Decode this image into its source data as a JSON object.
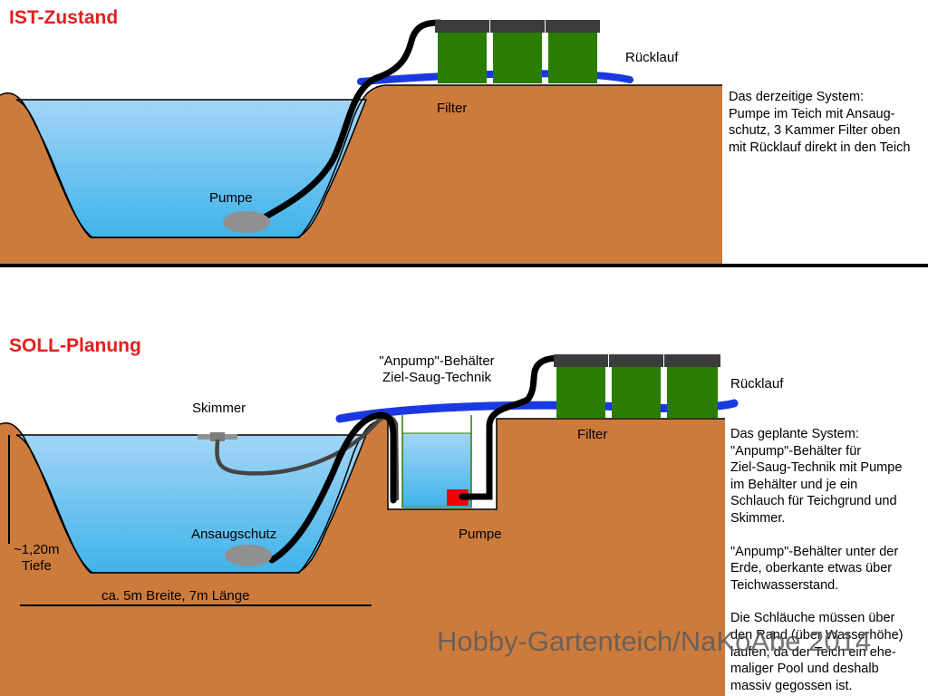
{
  "top": {
    "heading": "IST-Zustand",
    "labels": {
      "filter": "Filter",
      "ruecklauf": "Rücklauf",
      "pumpe": "Pumpe"
    },
    "description": [
      "Das derzeitige System:",
      "Pumpe im Teich mit Ansaug-",
      "schutz, 3 Kammer Filter oben",
      "mit Rücklauf direkt in den Teich"
    ]
  },
  "bottom": {
    "heading": "SOLL-Planung",
    "labels": {
      "behaelter_line1": "\"Anpump\"-Behälter",
      "behaelter_line2": "Ziel-Saug-Technik",
      "skimmer": "Skimmer",
      "filter": "Filter",
      "ruecklauf": "Rücklauf",
      "ansaugschutz": "Ansaugschutz",
      "pumpe": "Pumpe",
      "tiefe_line1": "~1,20m",
      "tiefe_line2": "Tiefe",
      "breite": "ca. 5m Breite, 7m Länge"
    },
    "description": [
      [
        "Das geplante System:",
        "\"Anpump\"-Behälter für",
        "Ziel-Saug-Technik mit Pumpe",
        "im Behälter und je ein",
        "Schlauch für Teichgrund und",
        "Skimmer."
      ],
      [
        "\"Anpump\"-Behälter unter der",
        "Erde, oberkante etwas über",
        "Teichwasserstand."
      ],
      [
        "Die Schläuche müssen über",
        "den Rand (über Wasserhöhe)",
        "laufen, da der Teich ein ehe-",
        "maliger Pool und deshalb",
        "massiv gegossen ist."
      ]
    ]
  },
  "watermark": "Hobby-Gartenteich/NaKoAbe 2014",
  "colors": {
    "earth": "#cd7b3c",
    "water_top": "#9fd3f5",
    "water_bottom": "#43b6ea",
    "filter_green": "#2a7d00",
    "filter_lid": "#3c3c3c",
    "hose_return": "#1a39e0",
    "hose": "#000000",
    "pump_gray": "#909090",
    "tank_pump_red": "#ee0000",
    "heading_red": "#e41e1e",
    "separator": "#000000"
  }
}
